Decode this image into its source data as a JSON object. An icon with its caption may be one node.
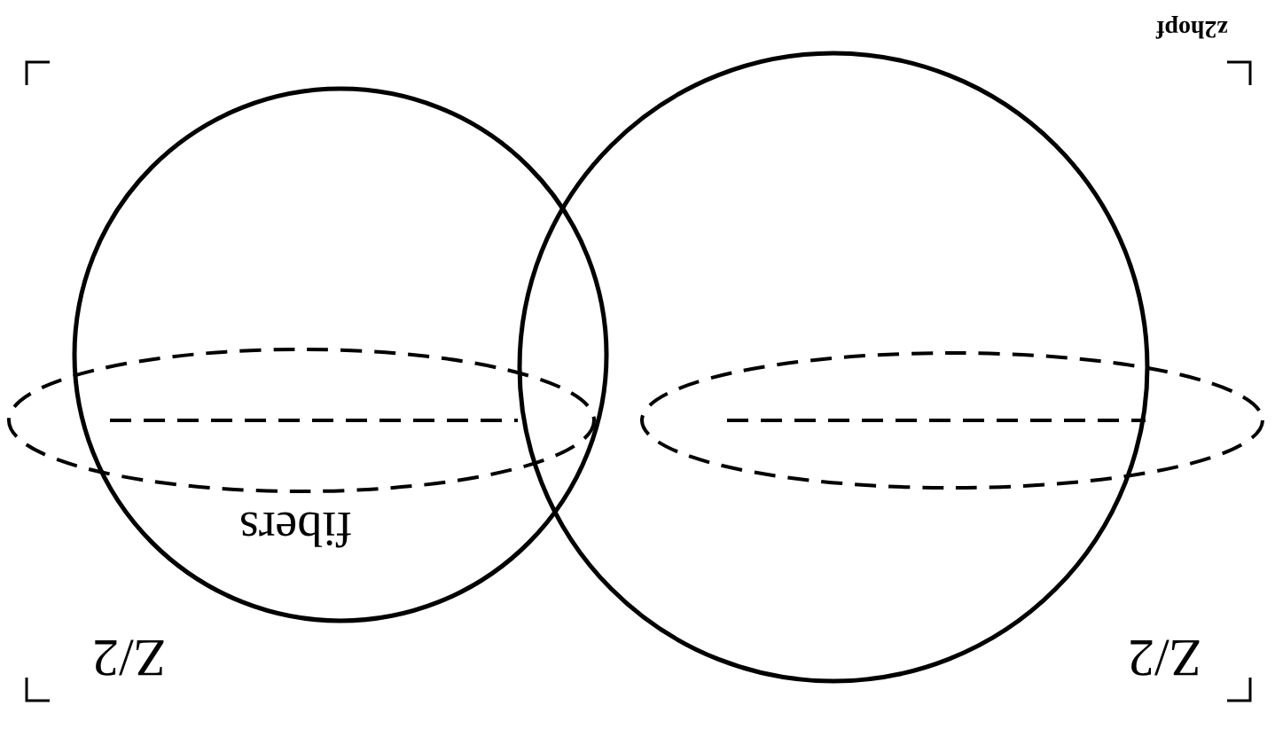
{
  "diagram": {
    "labels": [
      "z2hopf",
      "fibers",
      "Z/2",
      "Z/2"
    ]
  }
}
